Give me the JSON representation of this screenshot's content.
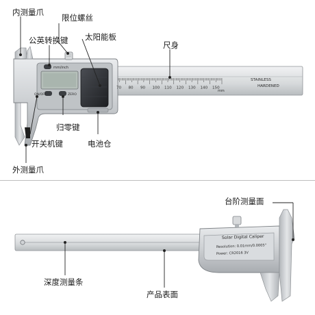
{
  "labels": {
    "inner_jaw": "内测量爪",
    "limit_screw": "限位螺丝",
    "unit_switch": "公英转换键",
    "solar_panel": "太阳能板",
    "main_scale": "尺身",
    "zero_key": "归零键",
    "power_key": "开关机键",
    "battery": "电池仓",
    "outer_jaw": "外测量爪",
    "step_face": "台阶测量面",
    "depth_rod": "深度测量条",
    "surface": "产品表面"
  },
  "caliper_text": {
    "unit_button": "mm/inch",
    "on_off": "ON/OFF",
    "zero": "ZERO",
    "stainless": "STAINLESS",
    "hardened": "HARDENED",
    "mm": "mm",
    "scale_numbers": [
      "70",
      "80",
      "90",
      "100",
      "110",
      "120",
      "130",
      "140",
      "150"
    ]
  },
  "back_text": {
    "title": "Solar Digital Caliper",
    "resolution": "Resolution: 0.01mm/0.0005''",
    "power": "Power: CR2016 3V"
  },
  "colors": {
    "steel": "#c9cccf",
    "steel_dark": "#8e9296",
    "lcd": "#b9c3bd",
    "solar": "#2b2d31",
    "line": "#222222"
  }
}
